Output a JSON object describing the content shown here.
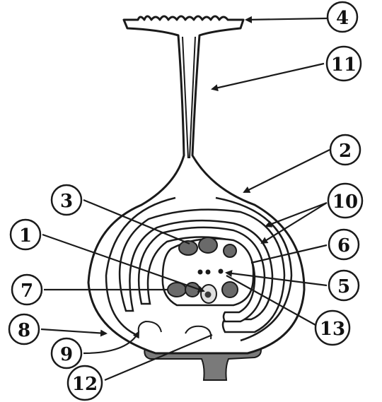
{
  "diagram": {
    "colors": {
      "stroke": "#1a1a1a",
      "fill_light": "#ffffff",
      "nucleus_fill": "#6a6a6a",
      "receptacle_fill": "#7a7a7a"
    },
    "labels": [
      {
        "id": "1",
        "text": "1"
      },
      {
        "id": "2",
        "text": "2"
      },
      {
        "id": "3",
        "text": "3"
      },
      {
        "id": "4",
        "text": "4"
      },
      {
        "id": "5",
        "text": "5"
      },
      {
        "id": "6",
        "text": "6"
      },
      {
        "id": "7",
        "text": "7"
      },
      {
        "id": "8",
        "text": "8"
      },
      {
        "id": "9",
        "text": "9"
      },
      {
        "id": "10",
        "text": "10"
      },
      {
        "id": "11",
        "text": "11"
      },
      {
        "id": "12",
        "text": "12"
      },
      {
        "id": "13",
        "text": "13"
      }
    ]
  }
}
